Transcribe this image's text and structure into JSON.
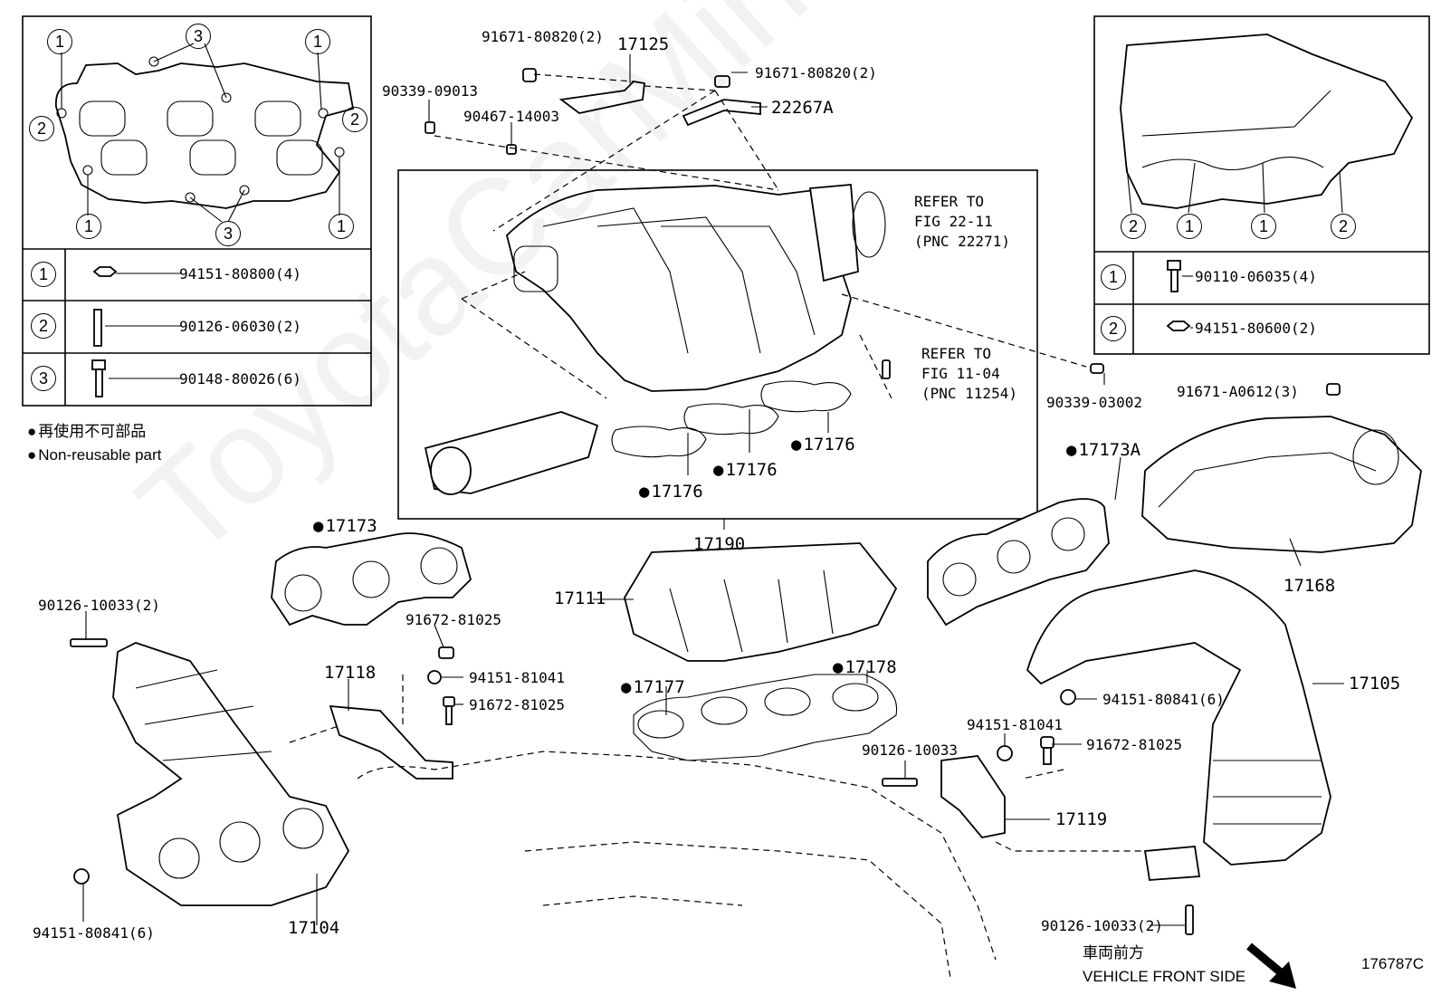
{
  "inset_left": {
    "callouts": [
      "1",
      "2",
      "3"
    ],
    "rows": [
      {
        "key": "1",
        "part": "94151-80800(4)"
      },
      {
        "key": "2",
        "part": "90126-06030(2)"
      },
      {
        "key": "3",
        "part": "90148-80026(6)"
      }
    ]
  },
  "inset_right": {
    "rows": [
      {
        "key": "1",
        "part": "90110-06035(4)"
      },
      {
        "key": "2",
        "part": "94151-80600(2)"
      }
    ]
  },
  "legend": {
    "ja": "再使用不可部品",
    "en": "Non-reusable part"
  },
  "refs": {
    "ref1": {
      "line1": "REFER TO",
      "line2": "FIG 22-11",
      "line3": "(PNC 22271)"
    },
    "ref2": {
      "line1": "REFER TO",
      "line2": "FIG 11-04",
      "line3": "(PNC 11254)"
    }
  },
  "labels": {
    "p91671_80820_a": "91671-80820(2)",
    "p17125": "17125",
    "p91671_80820_b": "91671-80820(2)",
    "p90339_09013": "90339-09013",
    "p90467_14003": "90467-14003",
    "p22267A": "22267A",
    "p17176_a": "17176",
    "p17176_b": "17176",
    "p17176_c": "17176",
    "p90339_03002": "90339-03002",
    "p91671_A0612": "91671-A0612(3)",
    "p17173A": "17173A",
    "p17173": "17173",
    "p17190": "17190",
    "p17168": "17168",
    "p90126_10033_a": "90126-10033(2)",
    "p91672_81025_a": "91672-81025",
    "p17111": "17111",
    "p17118": "17118",
    "p94151_81041_a": "94151-81041",
    "p91672_81025_b": "91672-81025",
    "p17178": "17178",
    "p17177": "17177",
    "p17105": "17105",
    "p94151_80841_a": "94151-80841(6)",
    "p94151_81041_b": "94151-81041",
    "p90126_10033_b": "90126-10033",
    "p91672_81025_c": "91672-81025",
    "p17119": "17119",
    "p17104": "17104",
    "p94151_80841_b": "94151-80841(6)",
    "p90126_10033_c": "90126-10033(2)"
  },
  "front": {
    "ja": "車両前方",
    "en": "VEHICLE FRONT SIDE"
  },
  "fig_id": "176787C",
  "watermark": "ToyotaCarMine.ru"
}
